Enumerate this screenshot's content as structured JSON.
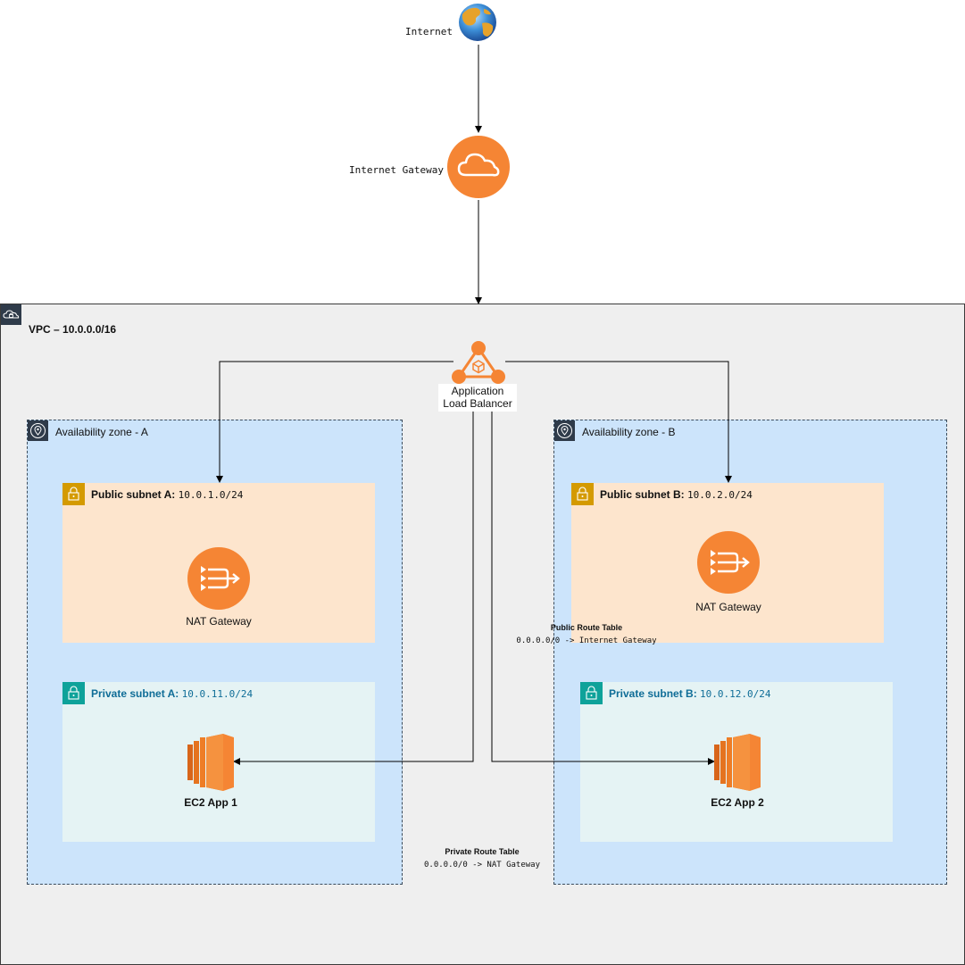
{
  "internet": {
    "label": "Internet"
  },
  "internet_gateway": {
    "label": "Internet Gateway"
  },
  "vpc": {
    "label": "VPC – 10.0.0.0/16"
  },
  "load_balancer": {
    "label_line1": "Application",
    "label_line2": "Load Balancer"
  },
  "availability_zones": [
    {
      "label": "Availability zone - A",
      "public_subnet": {
        "name": "Public subnet A:",
        "cidr": "10.0.1.0/24",
        "nat_label": "NAT Gateway"
      },
      "private_subnet": {
        "name": "Private subnet A:",
        "cidr": "10.0.11.0/24",
        "ec2_label": "EC2 App 1"
      }
    },
    {
      "label": "Availability zone - B",
      "public_subnet": {
        "name": "Public subnet B:",
        "cidr": "10.0.2.0/24",
        "nat_label": "NAT Gateway"
      },
      "private_subnet": {
        "name": "Private subnet B:",
        "cidr": "10.0.12.0/24",
        "ec2_label": "EC2 App 2"
      }
    }
  ],
  "route_tables": {
    "public": {
      "title": "Public Route Table",
      "rule": "0.0.0.0/0 -> Internet Gateway"
    },
    "private": {
      "title": "Private Route Table",
      "rule": "0.0.0.0/0 -> NAT Gateway"
    }
  },
  "colors": {
    "aws_orange": "#f58534",
    "vpc_bg": "#efefef",
    "az_bg": "#cce4fb",
    "public_subnet_bg": "#fde5cd",
    "private_subnet_bg": "#e5f3f4",
    "public_badge": "#d49a00",
    "private_badge": "#0ea29a",
    "private_label": "#0f6d97"
  },
  "icons": {
    "internet": "globe-icon",
    "internet_gateway": "cloud-icon",
    "load_balancer": "load-balancer-icon",
    "nat": "nat-gateway-icon",
    "ec2": "ec2-instance-icon",
    "vpc": "vpc-cloud-lock-icon",
    "az": "location-pin-icon",
    "subnet": "padlock-icon"
  }
}
